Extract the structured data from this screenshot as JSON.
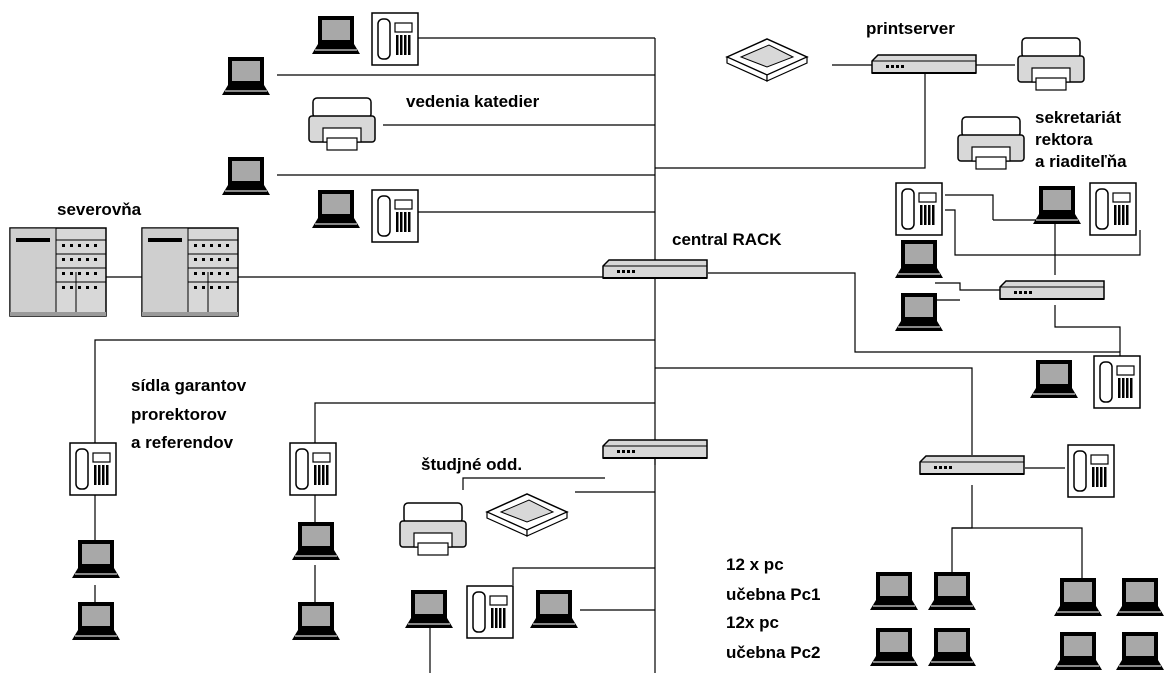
{
  "labels": {
    "printserver": "printserver",
    "vedenia": "vedenia katedier",
    "sekretariat_1": "sekretariát",
    "sekretariat_2": "rektora",
    "sekretariat_3": "a riaditeľňa",
    "severovna": "severovňa",
    "central": "central RACK",
    "sidla_1": "sídla garantov",
    "sidla_2": "prorektorov",
    "sidla_3": "a referendov",
    "studijne": "študjné odd.",
    "pc1_count": "12 x pc",
    "pc1_room": "učebna Pc1",
    "pc2_count": "12x pc",
    "pc2_room": "učebna Pc2"
  },
  "icons": [
    "laptop-icon",
    "phone-icon",
    "printer-icon",
    "scanner-icon",
    "switch-icon",
    "server-icon"
  ],
  "colors": {
    "line": "#000000",
    "device_fill": "#d8d8d8",
    "device_dark": "#9a9a9a"
  }
}
